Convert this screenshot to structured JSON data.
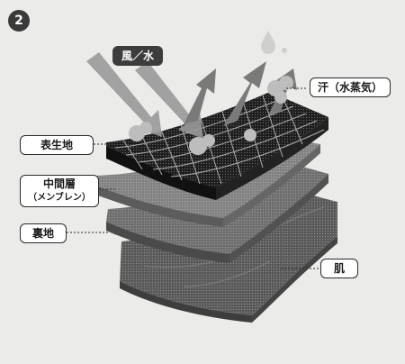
{
  "figure_number": "2",
  "labels": {
    "wind": "風／水",
    "sweat": "汗（水蒸気）",
    "outer_fabric": "表生地",
    "middle_layer_line1": "中間層",
    "middle_layer_line2": "（メンブレン）",
    "lining": "裏地",
    "skin": "肌"
  },
  "colors": {
    "background": "#ebebea",
    "label_dark": "#3c3c3c",
    "outer_fabric": "#1e1e1e",
    "membrane": "#828282",
    "lining": "#6e6e6e",
    "skin": "#5a5a5a",
    "arrow": "#8a8a8a"
  }
}
